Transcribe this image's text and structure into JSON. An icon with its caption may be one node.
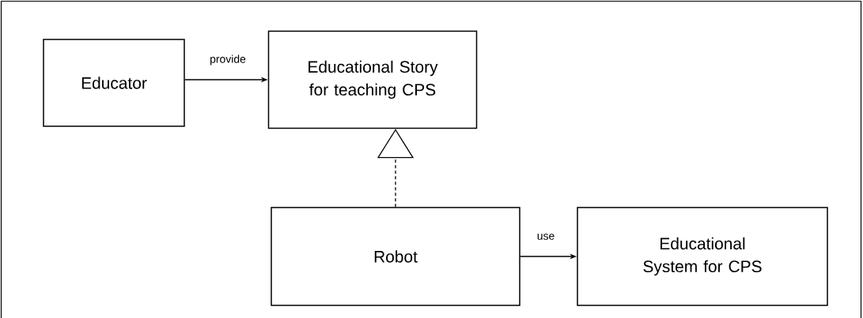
{
  "diagram": {
    "nodes": [
      {
        "text": [
          "Educator"
        ]
      },
      {
        "text": [
          "Educational Story for teaching CPS"
        ]
      },
      {
        "text": [
          "Robot"
        ]
      },
      {
        "text": [
          "Educational System for CPS"
        ]
      }
    ],
    "edges": [
      {
        "from": 0,
        "to": 1,
        "arrow": "to",
        "label": "provide"
      },
      {
        "from": 2,
        "to": 1,
        "arrow": "to",
        "style": "dashed"
      },
      {
        "from": 2,
        "to": 3,
        "arrow": "to",
        "label": "use"
      }
    ]
  }
}
